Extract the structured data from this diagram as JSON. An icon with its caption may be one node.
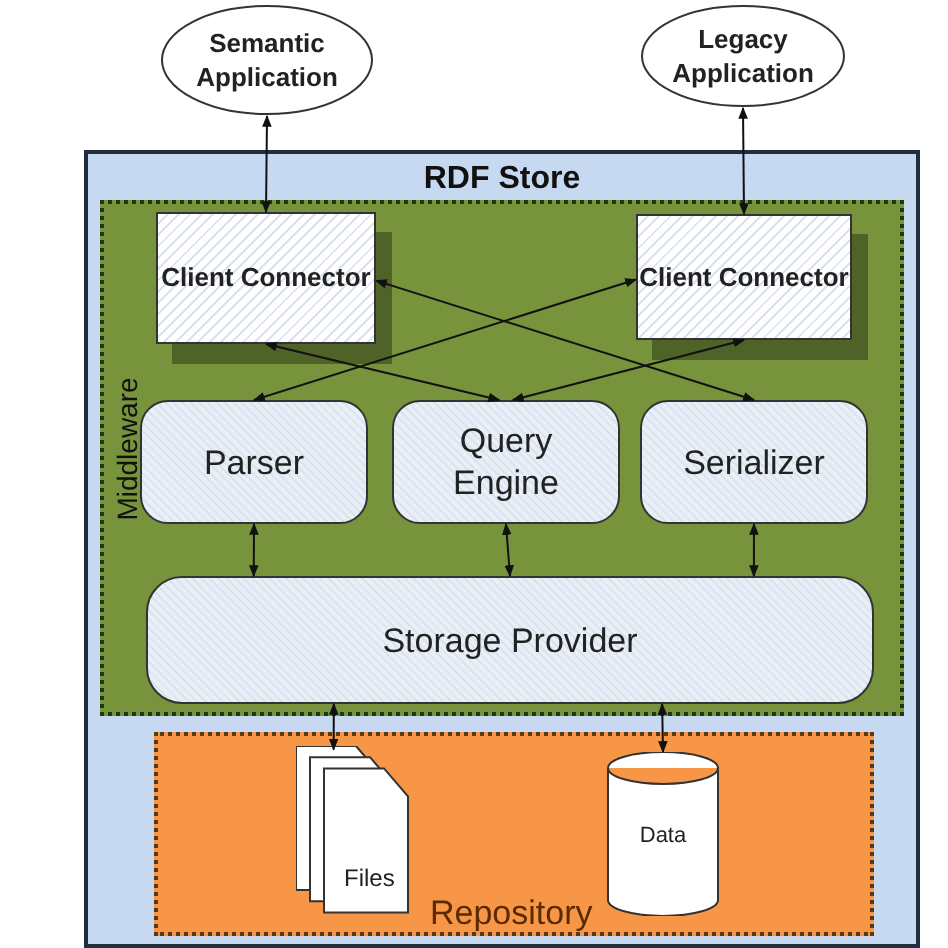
{
  "diagram": {
    "nodes": [
      {
        "text": [
          "Semantic Application"
        ]
      },
      {
        "text": [
          "Legacy Application"
        ]
      },
      {
        "text": [
          "RDF Store"
        ]
      },
      {
        "text": [
          "Middleware"
        ],
        "in": 2
      },
      {
        "text": [
          "Client Connector"
        ],
        "in": 3
      },
      {
        "text": [
          "Client Connector"
        ],
        "in": 3
      },
      {
        "text": [
          "Parser"
        ],
        "in": 3
      },
      {
        "text": [
          "Query Engine"
        ],
        "in": 3
      },
      {
        "text": [
          "Serializer"
        ],
        "in": 3
      },
      {
        "text": [
          "Storage Provider"
        ],
        "in": 3
      },
      {
        "text": [
          "Repository"
        ],
        "in": 2
      },
      {
        "text": [
          "Files"
        ],
        "in": 10
      },
      {
        "text": [
          "Data"
        ],
        "in": 10
      }
    ],
    "edges": [
      {
        "from": 0,
        "to": 4,
        "arrow": "both"
      },
      {
        "from": 1,
        "to": 5,
        "arrow": "both"
      },
      {
        "from": 4,
        "to": 8,
        "arrow": "both"
      },
      {
        "from": 5,
        "to": 6,
        "arrow": "both"
      },
      {
        "from": 4,
        "to": 7,
        "arrow": "both"
      },
      {
        "from": 5,
        "to": 7,
        "arrow": "both"
      },
      {
        "from": 6,
        "to": 9,
        "arrow": "both"
      },
      {
        "from": 7,
        "to": 9,
        "arrow": "both"
      },
      {
        "from": 8,
        "to": 9,
        "arrow": "both"
      },
      {
        "from": 9,
        "to": 11,
        "arrow": "both"
      },
      {
        "from": 9,
        "to": 12,
        "arrow": "both"
      }
    ]
  }
}
